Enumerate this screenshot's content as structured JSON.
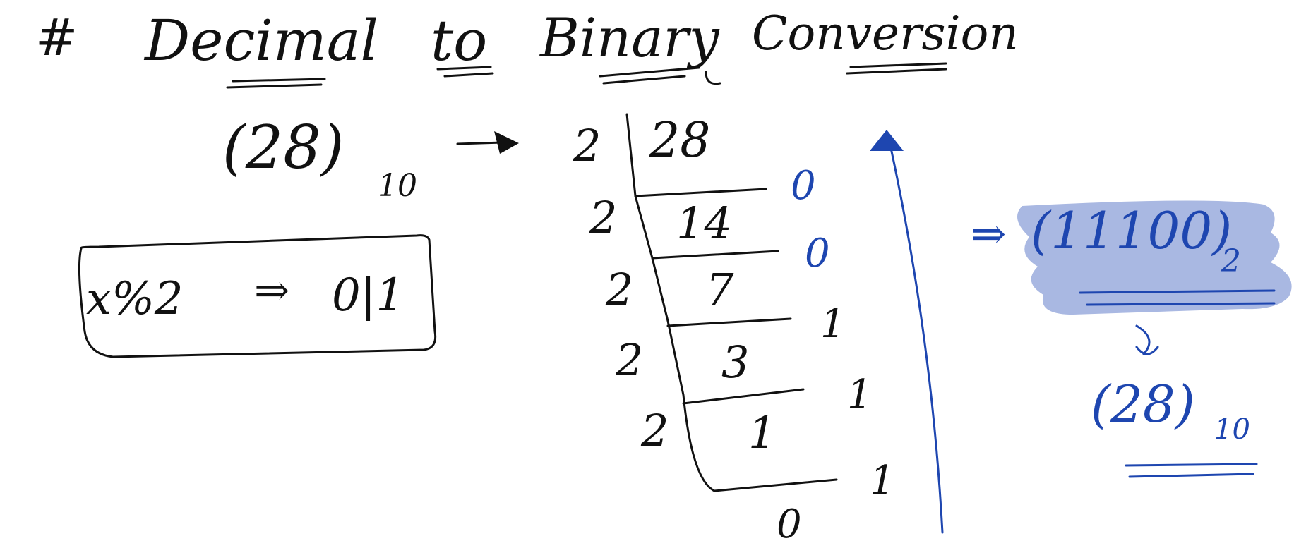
{
  "title": {
    "hash": "#",
    "words": [
      "Decimal",
      "to",
      "Binary",
      "Conversion"
    ]
  },
  "left": {
    "input_number": "(28)",
    "input_base": "10",
    "rule": {
      "expression": "x%2",
      "implies": "⇒",
      "result": "0|1"
    }
  },
  "division": {
    "divisors": [
      "2",
      "2",
      "2",
      "2",
      "2"
    ],
    "quotients": [
      "28",
      "14",
      "7",
      "3",
      "1",
      "0"
    ],
    "remainders": [
      "0",
      "0",
      "1",
      "1",
      "1"
    ]
  },
  "result": {
    "implies": "⇒",
    "binary": "(11100)",
    "binary_base": "2",
    "check_number": "(28)",
    "check_base": "10"
  },
  "colors": {
    "ink": "#111111",
    "pen_blue": "#1e46b0",
    "highlight": "#a9b8e2"
  }
}
